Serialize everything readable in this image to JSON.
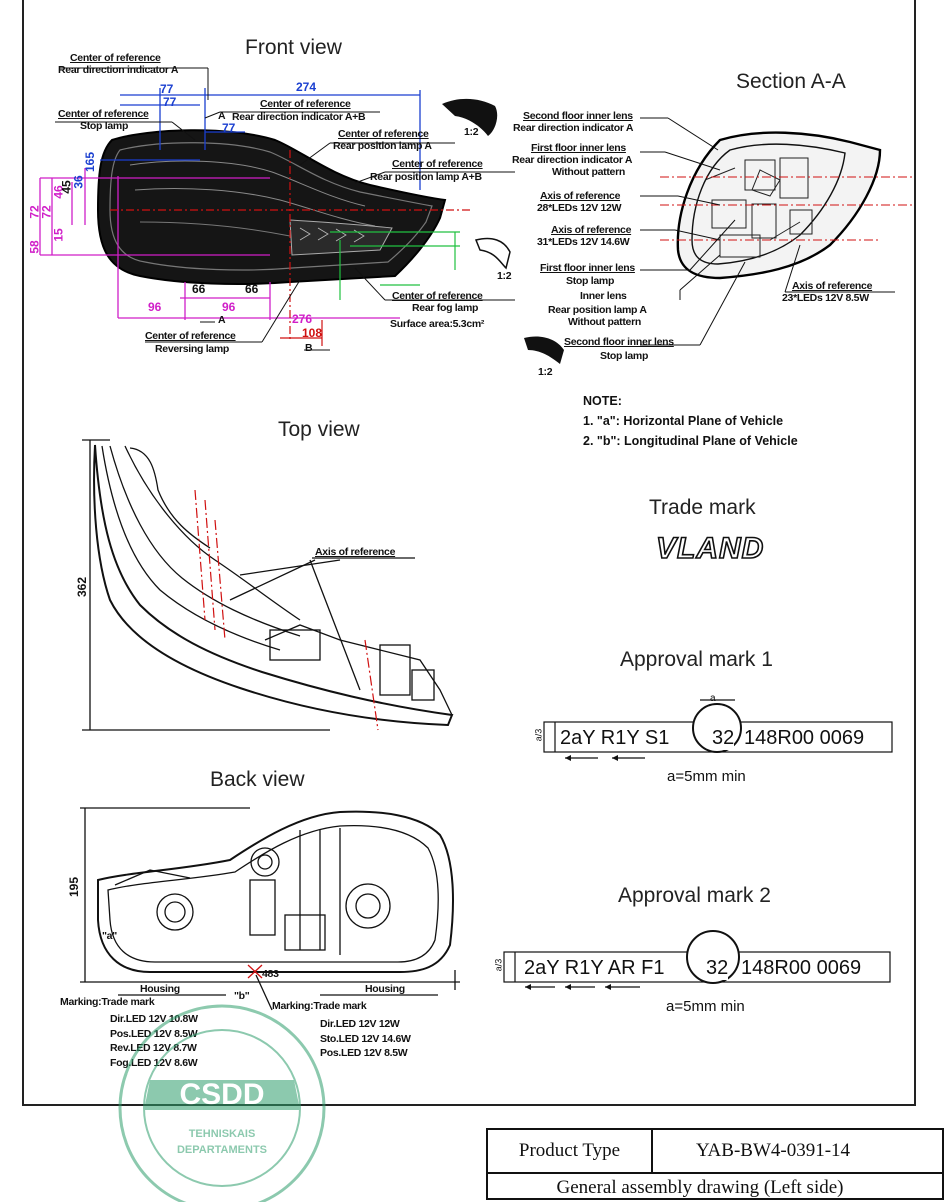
{
  "views": {
    "front_title": "Front view",
    "section_title": "Section A-A",
    "top_title": "Top view",
    "back_title": "Back view"
  },
  "front_labels": {
    "cor_rdi_a_1": "Center of reference",
    "cor_rdi_a_2": "Rear direction indicator A",
    "cor_stop_1": "Center of reference",
    "cor_stop_2": "Stop lamp",
    "cor_rdi_ab_1": "Center of reference",
    "cor_rdi_ab_2": "Rear direction indicator A+B",
    "cor_rpl_a_1": "Center of reference",
    "cor_rpl_a_2": "Rear position lamp A",
    "cor_rpl_ab_1": "Center of reference",
    "cor_rpl_ab_2": "Rear position lamp A+B",
    "cor_fog_1": "Center of reference",
    "cor_fog_2": "Rear fog lamp",
    "surface": "Surface area:5.3cm²",
    "cor_rev_1": "Center of reference",
    "cor_rev_2": "Reversing lamp",
    "arrow_a_1": "A",
    "arrow_a_2": "A",
    "arrow_b": "B",
    "scale_1": "1:2",
    "scale_2": "1:2",
    "scale_3": "1:2"
  },
  "front_dims": {
    "d274": "274",
    "d77a": "77",
    "d77b": "77",
    "d77c": "77",
    "d276": "276",
    "d108": "108",
    "d66a": "66",
    "d66b": "66",
    "d96a": "96",
    "d96b": "96",
    "d72a": "72",
    "d72b": "72",
    "d46": "46",
    "d36": "36",
    "d165": "165",
    "d45": "45",
    "d58": "58",
    "d15": "15"
  },
  "section_labels": {
    "l1a": "Second floor inner lens",
    "l1b": "Rear direction indicator A",
    "l2a": "First floor inner lens",
    "l2b": "Rear direction indicator A",
    "l2c": "Without pattern",
    "l3a": "Axis of reference",
    "l3b": "28*LEDs 12V 12W",
    "l4a": "Axis of reference",
    "l4b": "31*LEDs 12V 14.6W",
    "l5a": "First floor inner lens",
    "l5b": "Stop lamp",
    "l6a": "Inner lens",
    "l6b": "Rear position lamp A",
    "l6c": "Without pattern",
    "l7a": "Second floor inner lens",
    "l7b": "Stop lamp",
    "r1a": "Axis of reference",
    "r1b": "23*LEDs 12V 8.5W"
  },
  "notes": {
    "heading": "NOTE:",
    "n1": "1. \"a\": Horizontal Plane of Vehicle",
    "n2": "2. \"b\": Longitudinal Plane of Vehicle"
  },
  "top_view": {
    "axis_label": "Axis of reference",
    "dim": "362"
  },
  "trade_mark": {
    "title": "Trade mark",
    "logo": "VLAND"
  },
  "approval_1": {
    "title": "Approval mark 1",
    "left_code": "2aY R1Y S1",
    "circle_num": "32",
    "right_code": "148R00 0069",
    "note": "a=5mm min",
    "a_label": "a",
    "side_a": "a/3"
  },
  "approval_2": {
    "title": "Approval mark 2",
    "left_code": "2aY R1Y AR F1",
    "circle_num": "32",
    "right_code": "148R00 0069",
    "note": "a=5mm min",
    "side_a": "a/3"
  },
  "back_view": {
    "dim": "195",
    "dim_483": "483",
    "mark_a": "\"a\"",
    "mark_b": "\"b\"",
    "housing_left": "Housing",
    "marking_left": "Marking:Trade mark",
    "left_specs": [
      "Dir.LED 12V 10.8W",
      "Pos.LED 12V 8.5W",
      "Rev.LED 12V 8.7W",
      "Fog.LED 12V 8.6W"
    ],
    "housing_right": "Housing",
    "marking_right": "Marking:Trade mark",
    "right_specs": [
      "Dir.LED 12V 12W",
      "Sto.LED 12V 14.6W",
      "Pos.LED 12V 8.5W"
    ]
  },
  "stamp": {
    "center": "CSDD",
    "line1": "TEHNISKAIS",
    "line2": "DEPARTAMENTS"
  },
  "title_block": {
    "label": "Product Type",
    "value": "YAB-BW4-0391-14",
    "desc": "General assembly drawing (Left side)"
  }
}
